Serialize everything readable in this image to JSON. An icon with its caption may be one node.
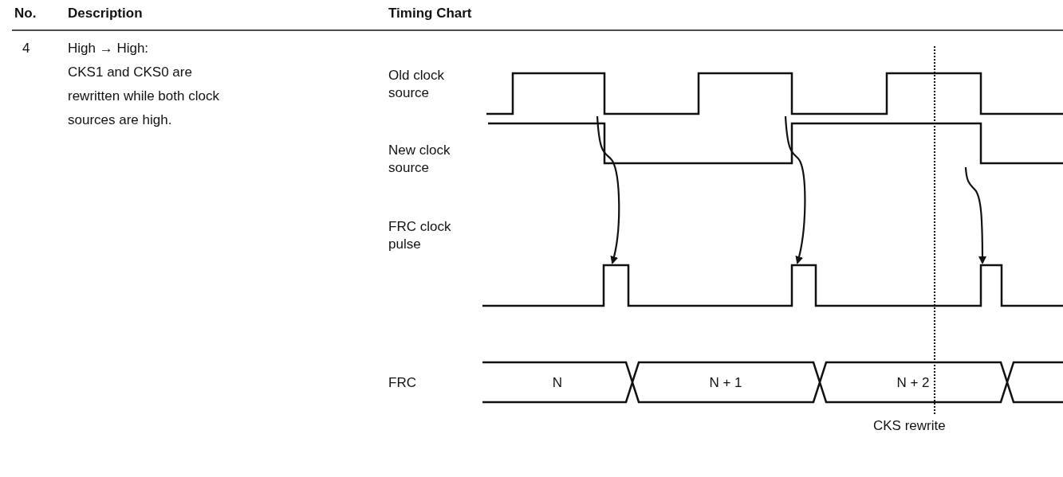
{
  "diagram": {
    "labels": [
      "No.",
      "Description",
      "Timing Chart",
      "4",
      "High → High:",
      "CKS1 and CKS0 are rewritten while both clock sources are high.",
      "Old clock source",
      "New clock source",
      "FRC clock pulse",
      "FRC",
      "N",
      "N + 1",
      "N + 2",
      "CKS rewrite"
    ]
  }
}
